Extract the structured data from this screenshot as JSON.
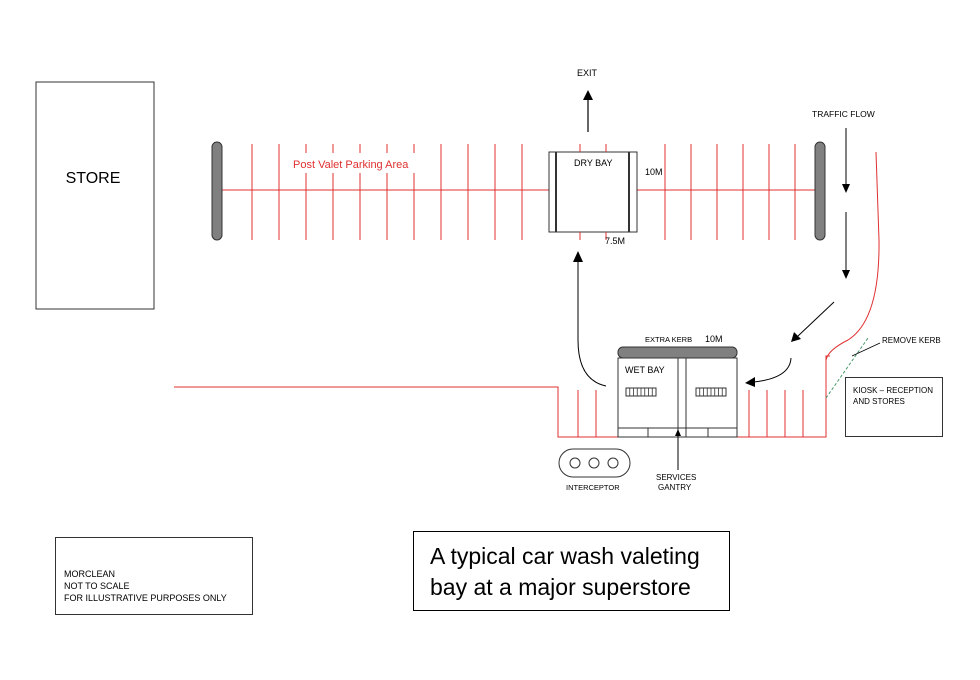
{
  "labels": {
    "store": "STORE",
    "exit": "EXIT",
    "traffic_flow": "TRAFFIC FLOW",
    "post_valet_parking": "Post Valet Parking Area",
    "dry_bay": "DRY BAY",
    "dry_bay_length": "10M",
    "dry_bay_width": "7.5M",
    "extra_kerb": "EXTRA KERB",
    "wet_bay_length": "10M",
    "wet_bay": "WET BAY",
    "remove_kerb": "REMOVE KERB",
    "interceptor": "INTERCEPTOR",
    "services_gantry_line1": "SERVICES",
    "services_gantry_line2": "GANTRY"
  },
  "kiosk": {
    "line1": "KIOSK – RECEPTION",
    "line2": "AND STORES"
  },
  "note": {
    "line1": "MORCLEAN",
    "line2": "NOT TO SCALE",
    "line3": "FOR ILLUSTRATIVE PURPOSES ONLY"
  },
  "caption": {
    "line1": "A typical car wash valeting",
    "line2": "bay at a major superstore"
  },
  "colors": {
    "lines": "#e03030",
    "outline": "#333333",
    "kerb": "#808080",
    "dashed_kerb": "#4a9a6a"
  }
}
